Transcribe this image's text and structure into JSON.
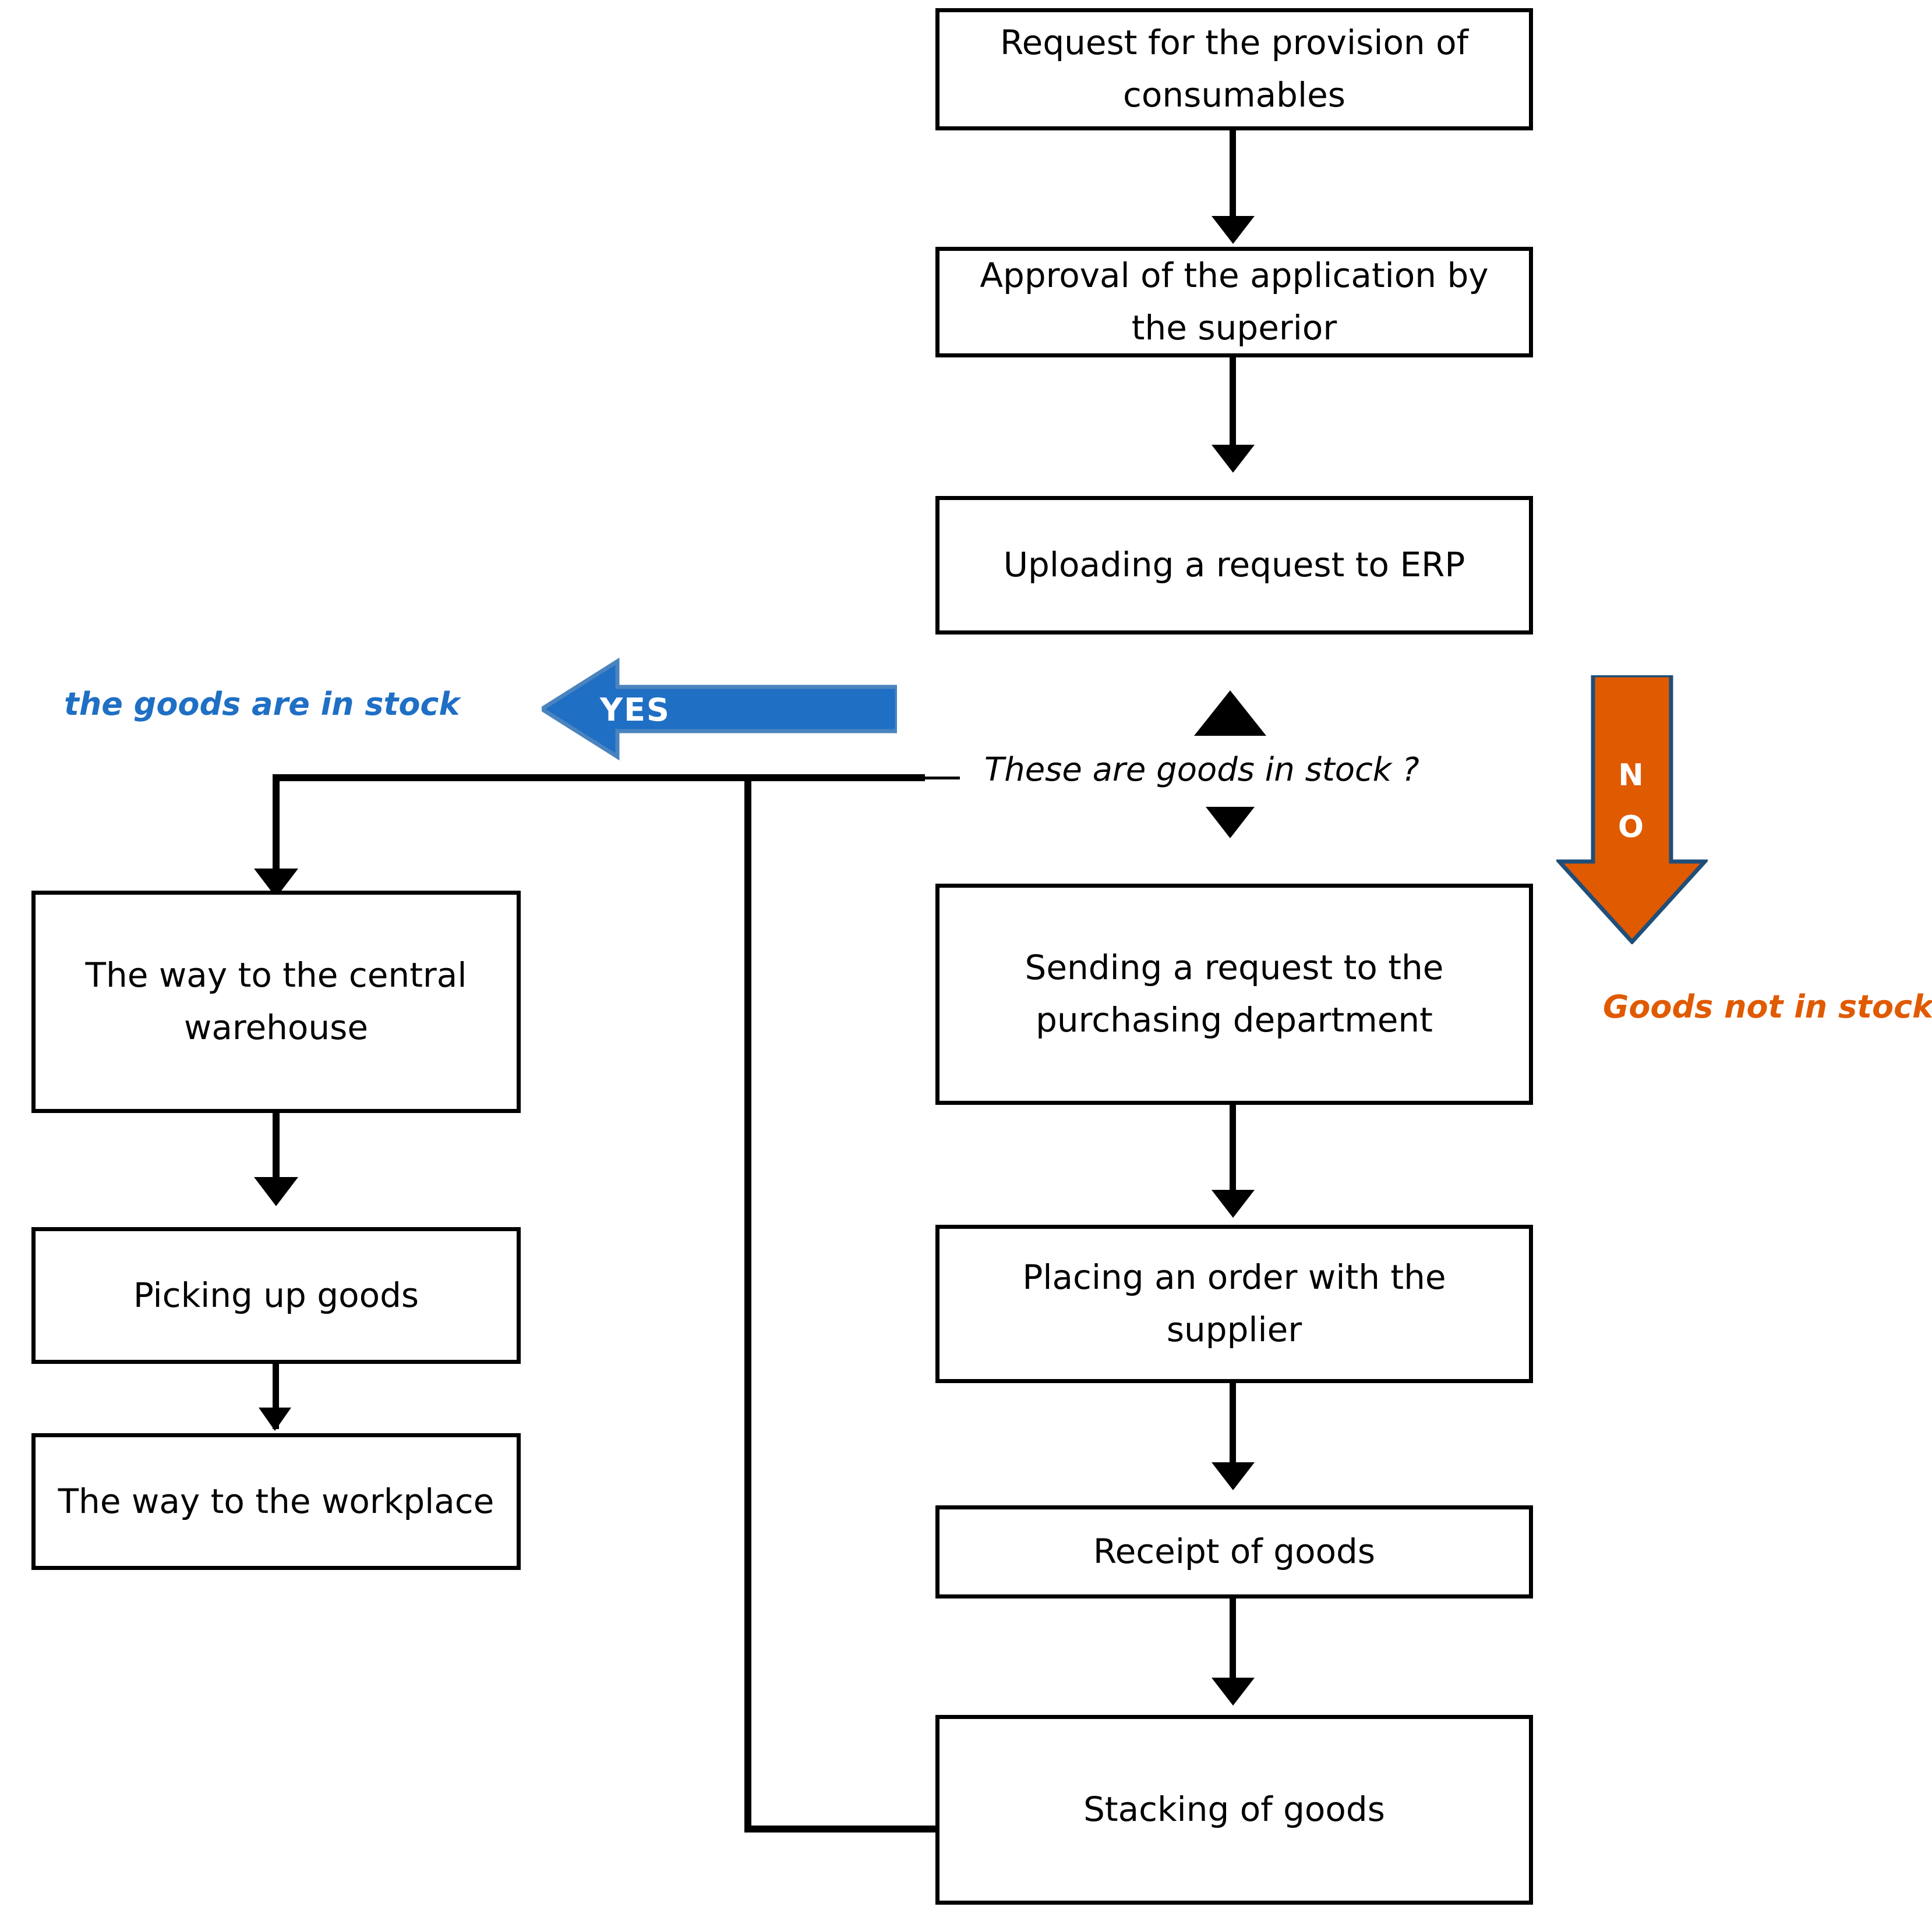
{
  "diagram": {
    "title": "Consumables provision process flowchart",
    "colors": {
      "stroke": "#000000",
      "box_fill": "#ffffff",
      "yes_arrow_fill": "#1F6FC4",
      "yes_arrow_edge": "#4A84BF",
      "no_arrow_fill": "#E05A00",
      "no_arrow_edge": "#1F4E79",
      "in_stock_label": "#1F6FC4",
      "not_in_stock_label": "#E05A00"
    },
    "nodes": [
      {
        "id": "request",
        "label": "Request for the provision of consumables"
      },
      {
        "id": "approval",
        "label": "Approval of the application by the superior"
      },
      {
        "id": "upload",
        "label": "Uploading a request to ERP"
      },
      {
        "id": "central",
        "label": "The way to the central warehouse"
      },
      {
        "id": "picking",
        "label": "Picking up goods"
      },
      {
        "id": "workplace",
        "label": "The way to the workplace"
      },
      {
        "id": "sending",
        "label": "Sending a request to the purchasing department"
      },
      {
        "id": "order",
        "label": "Placing an order with the supplier"
      },
      {
        "id": "receipt",
        "label": "Receipt of goods"
      },
      {
        "id": "stacking",
        "label": "Stacking of goods"
      }
    ],
    "decision": {
      "question": "These are goods in stock ?"
    },
    "branches": {
      "yes_badge": "YES",
      "yes_caption": "the goods are in stock",
      "no_badge": "NO",
      "no_badge_chars": [
        "N",
        "O"
      ],
      "no_caption": "Goods not in stock"
    }
  }
}
